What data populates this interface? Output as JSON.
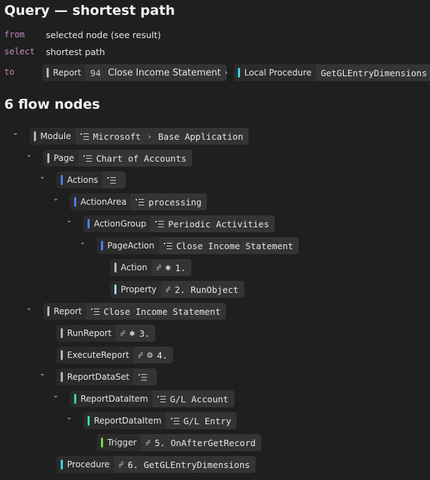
{
  "query": {
    "title": "Query — shortest path",
    "from_kw": "from",
    "from_value": "selected node (see result)",
    "select_kw": "select",
    "select_value": "shortest path",
    "to_kw": "to",
    "to_source": {
      "kind": "Report",
      "id": "94",
      "name": "Close Income Statement"
    },
    "to_target": {
      "kind": "Local Procedure",
      "name": "GetGLEntryDimensions"
    },
    "path_sep": "›"
  },
  "flow": {
    "title": "6 flow nodes",
    "nodes": [
      {
        "kind": "Module",
        "icon": "list",
        "value": "Microsoft",
        "value2": "Base Application",
        "color": "#b8b8b8",
        "expanded": true
      },
      {
        "kind": "Page",
        "icon": "list",
        "value": "Chart of Accounts",
        "color": "#b8b8b8",
        "expanded": true
      },
      {
        "kind": "Actions",
        "icon": "list",
        "value": "",
        "color": "#4f7cff",
        "expanded": true
      },
      {
        "kind": "ActionArea",
        "icon": "list",
        "value": "processing",
        "color": "#4f7cff",
        "expanded": true
      },
      {
        "kind": "ActionGroup",
        "icon": "list",
        "value": "Periodic Activities",
        "color": "#4f7cff",
        "expanded": true
      },
      {
        "kind": "PageAction",
        "icon": "list",
        "value": "Close Income Statement",
        "color": "#4f7cff",
        "expanded": true
      },
      {
        "kind": "Action",
        "icon": "link",
        "marker": "cursor",
        "value": "1.",
        "color": "#b8b8b8"
      },
      {
        "kind": "Property",
        "icon": "link",
        "value": "2. RunObject",
        "color": "#9cd3ff"
      },
      {
        "kind": "Report",
        "icon": "list",
        "value": "Close Income Statement",
        "color": "#b8b8b8",
        "expanded": true
      },
      {
        "kind": "RunReport",
        "icon": "link",
        "marker": "cursor",
        "value": "3.",
        "color": "#b8b8b8"
      },
      {
        "kind": "ExecuteReport",
        "icon": "link",
        "marker": "gear",
        "value": "4.",
        "color": "#b8b8b8"
      },
      {
        "kind": "ReportDataSet",
        "icon": "list",
        "value": "",
        "color": "#b8b8b8",
        "expanded": true
      },
      {
        "kind": "ReportDataItem",
        "icon": "list",
        "value": "G/L Account",
        "color": "#3ed6a0",
        "expanded": true
      },
      {
        "kind": "ReportDataItem",
        "icon": "list",
        "value": "G/L Entry",
        "color": "#3ed6a0",
        "expanded": true
      },
      {
        "kind": "Trigger",
        "icon": "link",
        "value": "5. OnAfterGetRecord",
        "color": "#7cdc3c"
      },
      {
        "kind": "Procedure",
        "icon": "link",
        "value": "6. GetGLEntryDimensions",
        "color": "#3cd6e0"
      }
    ]
  }
}
